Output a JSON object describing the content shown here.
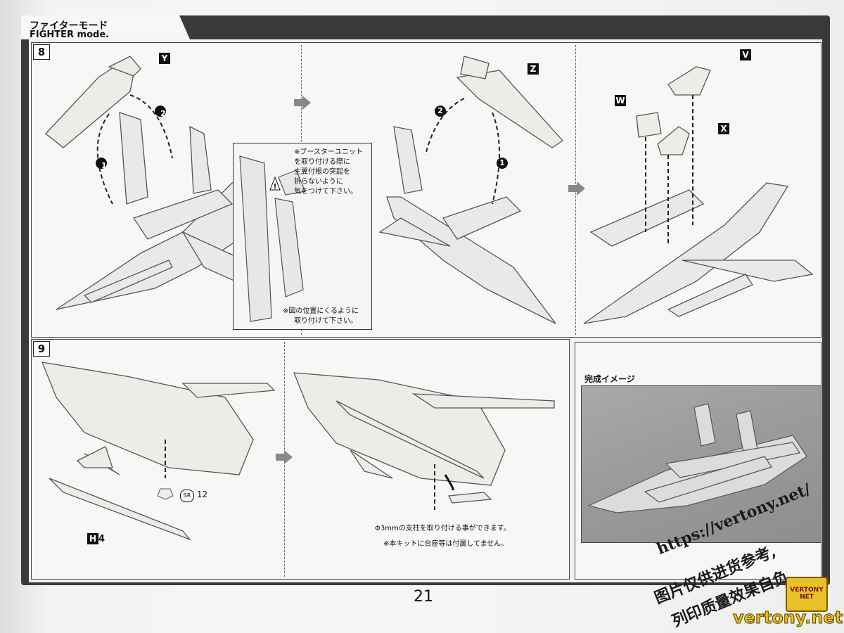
{
  "header": {
    "title_jp": "ファイターモード",
    "title_en": "FIGHTER mode."
  },
  "step8": {
    "number": "8",
    "parts": {
      "y": "Y",
      "z": "Z",
      "v": "V",
      "w": "W",
      "x": "X"
    },
    "order": {
      "first": "1",
      "second": "2"
    },
    "warning_note": "※ブースターユニットを取り付ける際に主翼付根の突起を折らないように気をつけて下さい。",
    "warning_lines": [
      "※ブースターユニット",
      "を取り付ける際に",
      "主翼付根の突起を",
      "折らないように",
      "気をつけて下さい。"
    ],
    "position_lines": [
      "※図の位置にくるように",
      "取り付けて下さい。"
    ]
  },
  "step9": {
    "number": "9",
    "part_h": "H",
    "part_h_num": "4",
    "part_sr": "SR",
    "part_sr_num": "12",
    "stand_note": "Φ3mmの支柱を取り付ける事ができます。",
    "no_stand_note": "※本キットに台座等は付属してません。"
  },
  "finish": {
    "title": "完成イメージ"
  },
  "watermark": {
    "url": "https://vertony.net/",
    "line1": "图片仅供进货参考,",
    "line2": "列印质量效果自负",
    "site": "vertony.net",
    "logo": "VERTONY NET"
  },
  "page_number": "21"
}
